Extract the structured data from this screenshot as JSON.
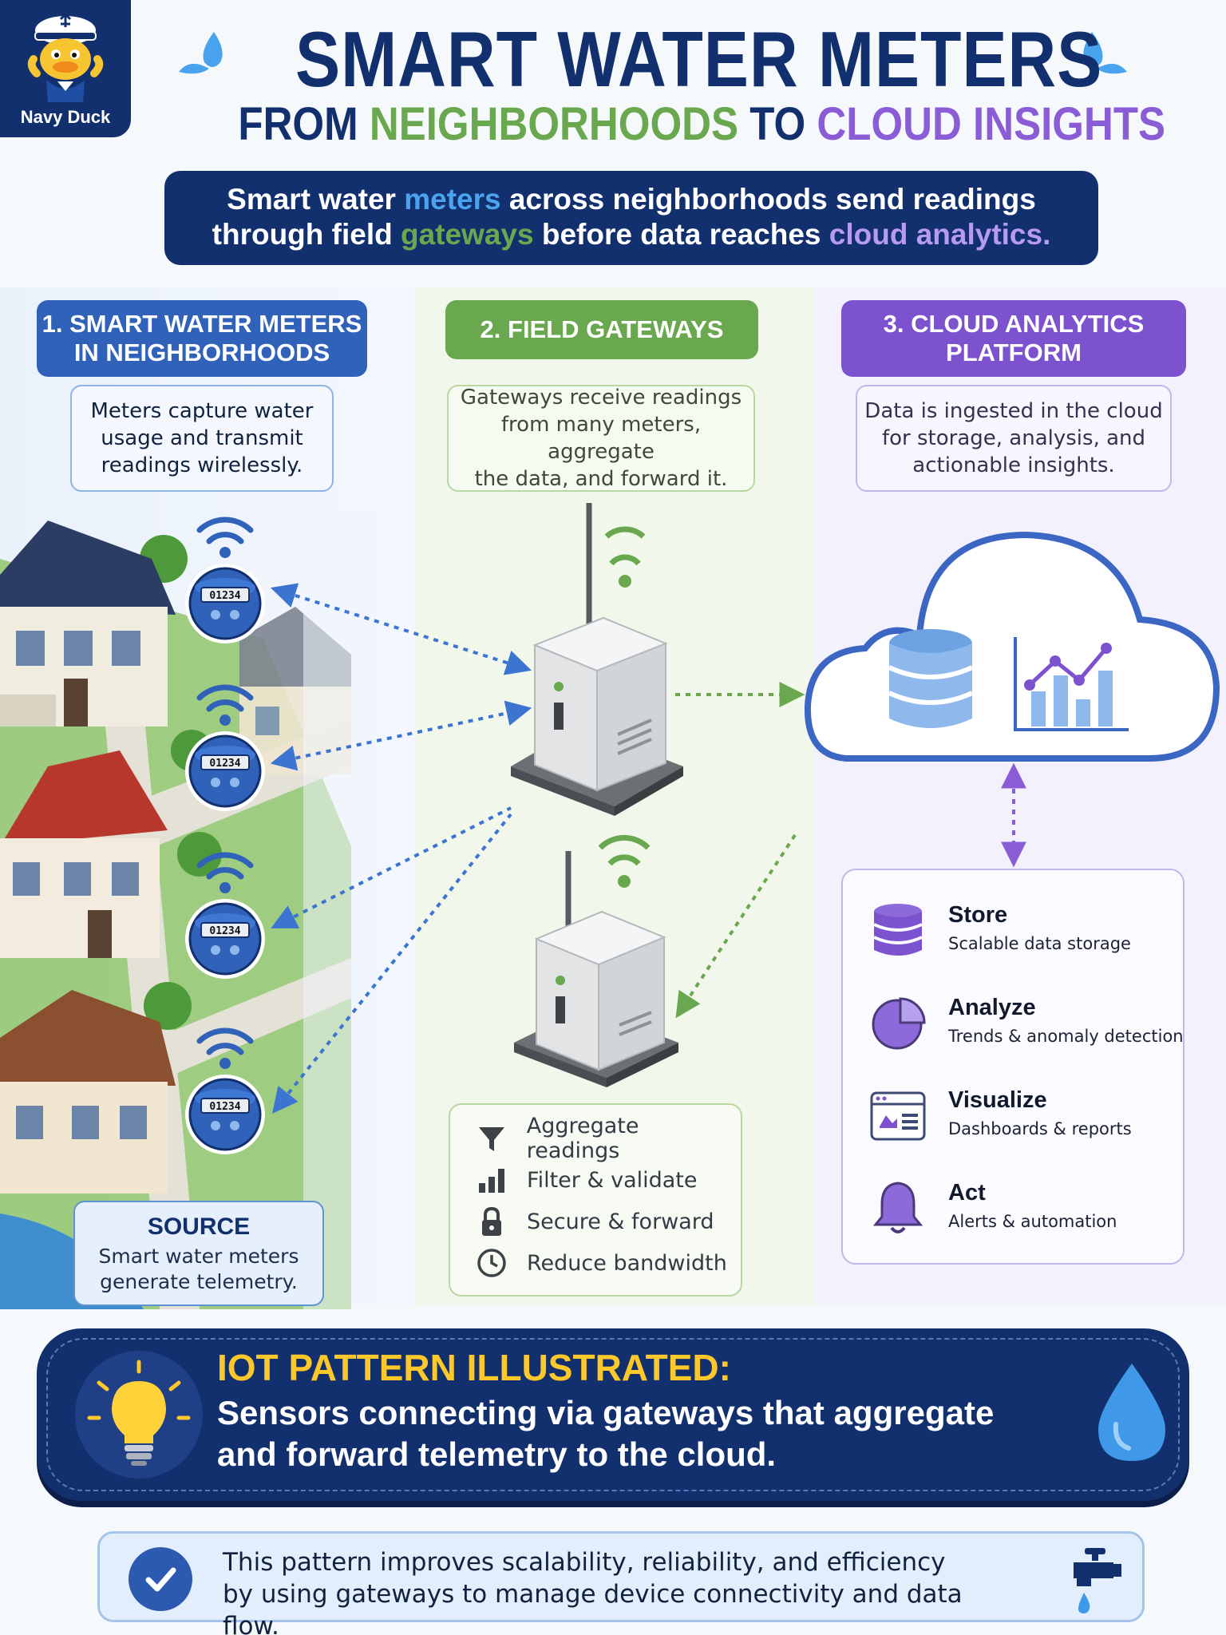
{
  "logo": {
    "label": "Navy Duck",
    "icon": "duck-mascot-icon"
  },
  "title": "SMART WATER METERS",
  "subtitle": {
    "part1": "FROM ",
    "part2": "NEIGHBORHOODS",
    "part3": " TO ",
    "part4": "CLOUD INSIGHTS"
  },
  "intro": {
    "t1": "Smart water ",
    "t2": "meters",
    "t3": " across neighborhoods send readings",
    "t4": "through field ",
    "t5": "gateways",
    "t6": " before data reaches ",
    "t7": "cloud analytics."
  },
  "columns": [
    {
      "heading_line1": "1. SMART WATER METERS",
      "heading_line2": "IN NEIGHBORHOODS",
      "desc_line1": "Meters capture water",
      "desc_line2": "usage and transmit",
      "desc_line3": "readings wirelessly."
    },
    {
      "heading_line1": "2. FIELD GATEWAYS",
      "desc_line1": "Gateways receive readings",
      "desc_line2": "from many meters, aggregate",
      "desc_line3": "the data, and forward it."
    },
    {
      "heading_line1": "3. CLOUD ANALYTICS",
      "heading_line2": "PLATFORM",
      "desc_line1": "Data is ingested in the cloud",
      "desc_line2": "for storage, analysis, and",
      "desc_line3": "actionable insights."
    }
  ],
  "meters": [
    {
      "display": "01234"
    },
    {
      "display": "01234"
    },
    {
      "display": "01234"
    },
    {
      "display": "01234"
    }
  ],
  "source": {
    "title": "SOURCE",
    "line1": "Smart water meters",
    "line2": "generate telemetry."
  },
  "gateway_features": [
    {
      "label": "Aggregate readings",
      "icon": "funnel-icon"
    },
    {
      "label": "Filter & validate",
      "icon": "bar-chart-icon"
    },
    {
      "label": "Secure & forward",
      "icon": "lock-icon"
    },
    {
      "label": "Reduce bandwidth",
      "icon": "clock-icon"
    }
  ],
  "capabilities": [
    {
      "title": "Store",
      "desc": "Scalable data storage",
      "icon": "database-icon"
    },
    {
      "title": "Analyze",
      "desc": "Trends & anomaly detection",
      "icon": "pie-chart-icon"
    },
    {
      "title": "Visualize",
      "desc": "Dashboards & reports",
      "icon": "dashboard-icon"
    },
    {
      "title": "Act",
      "desc": "Alerts & automation",
      "icon": "bell-icon"
    }
  ],
  "iot": {
    "title": "IOT PATTERN ILLUSTRATED:",
    "line1": "Sensors connecting via gateways that aggregate",
    "line2": "and forward telemetry to the cloud."
  },
  "footer": {
    "line1": "This pattern improves scalability, reliability, and efficiency",
    "line2": "by using gateways to manage device connectivity and data flow."
  },
  "colors": {
    "navy": "#13306e",
    "blue": "#2f62b8",
    "green": "#6aa84f",
    "purple": "#7d52cf",
    "yellow": "#ffc829"
  }
}
